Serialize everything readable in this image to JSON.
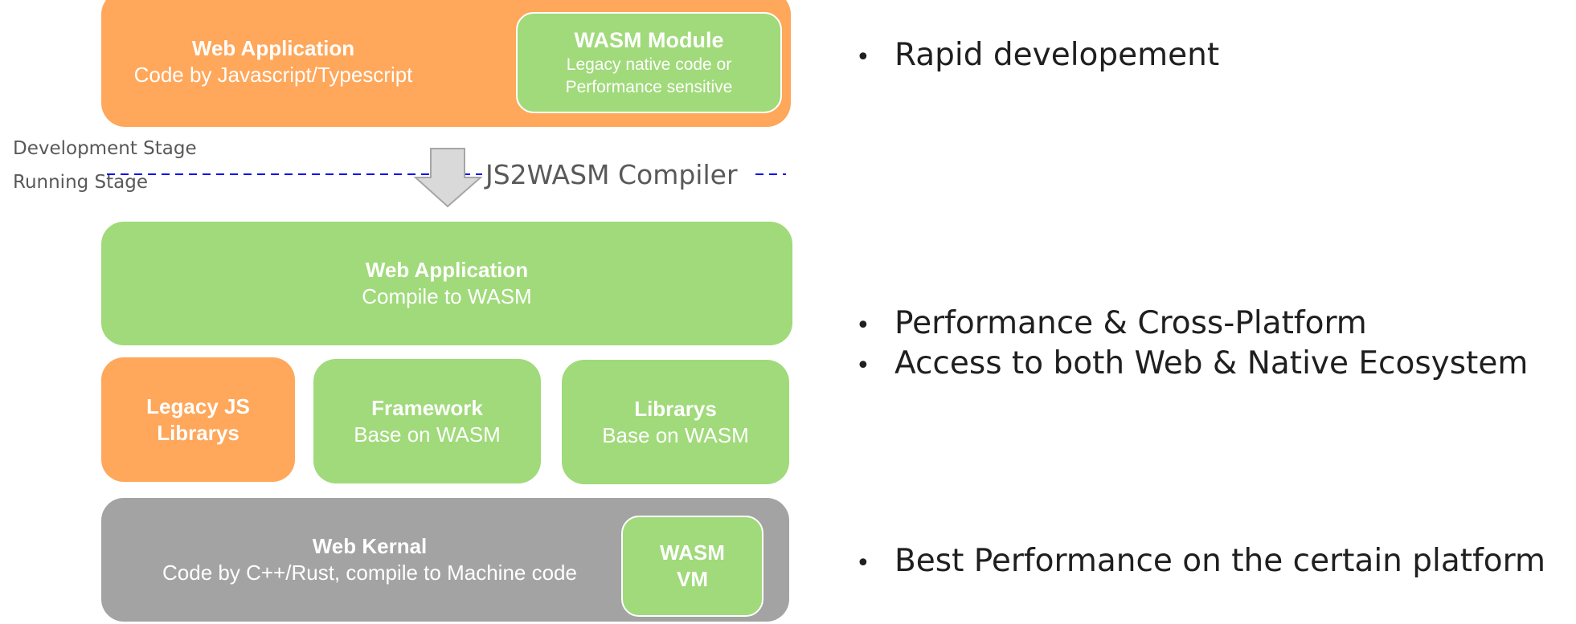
{
  "diagram": {
    "top_app": {
      "title": "Web Application",
      "subtitle": "Code by Javascript/Typescript",
      "module": {
        "title": "WASM Module",
        "line1": "Legacy native code or",
        "line2": "Performance sensitive"
      }
    },
    "stages": {
      "development": "Development Stage",
      "running": "Running Stage"
    },
    "compiler": {
      "label": "JS2WASM Compiler"
    },
    "compiled_app": {
      "title": "Web Application",
      "subtitle": "Compile to WASM"
    },
    "libraries": [
      {
        "line1": "Legacy JS",
        "line2": "Librarys"
      },
      {
        "title": "Framework",
        "subtitle": "Base on WASM"
      },
      {
        "title": "Librarys",
        "subtitle": "Base on WASM"
      }
    ],
    "kernel": {
      "title": "Web Kernal",
      "subtitle": "Code by C++/Rust, compile to Machine code",
      "vm": {
        "line1": "WASM",
        "line2": "VM"
      }
    },
    "colors": {
      "orange": "#ffa75a",
      "green": "#a0da7a",
      "gray": "#a3a3a3",
      "dashed_line": "#0000ee",
      "arrow_fill": "#d9d9d9",
      "arrow_stroke": "#a6a6a6"
    }
  },
  "bullets": {
    "bullet_glyph": "•",
    "top": [
      "Rapid developement"
    ],
    "middle": [
      "Performance & Cross-Platform",
      "Access to both Web & Native Ecosystem"
    ],
    "bottom": [
      "Best Performance on the certain platform"
    ]
  }
}
